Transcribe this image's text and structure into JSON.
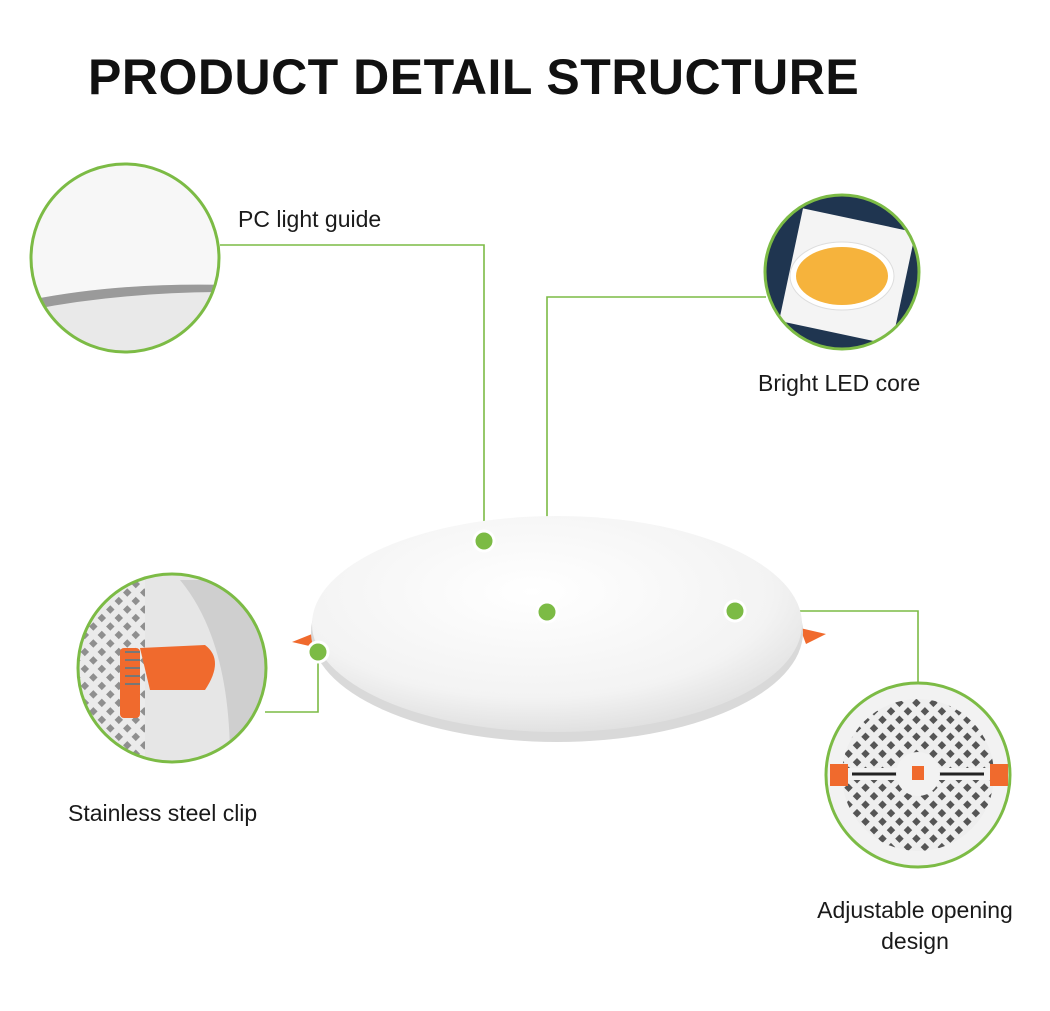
{
  "title": "PRODUCT DETAIL STRUCTURE",
  "callouts": {
    "light_guide": "PC light guide",
    "led_core": "Bright LED core",
    "clip": "Stainless steel clip",
    "opening_line1": "Adjustable opening",
    "opening_line2": "design"
  },
  "colors": {
    "accent": "#7cbb45",
    "clip_orange": "#f06a2d",
    "led_yellow": "#f6b33c",
    "navy": "#1f3550"
  }
}
